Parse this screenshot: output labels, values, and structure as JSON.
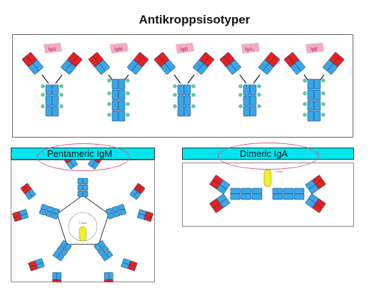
{
  "title": "Antikroppsisotyper",
  "isotypes": [
    {
      "label": "IgG",
      "variant": "monomer"
    },
    {
      "label": "IgM",
      "variant": "long"
    },
    {
      "label": "IgD",
      "variant": "monomer"
    },
    {
      "label": "IgA₁",
      "variant": "monomer"
    },
    {
      "label": "IgE",
      "variant": "long"
    }
  ],
  "pentameric_label": "Pentameric IgM",
  "dimeric_label": "Dimeric IgA",
  "j_chain_label": "J chain",
  "colors": {
    "heavy_blue": "#3aa6e8",
    "variable_red": "#e8201f",
    "glycan_green": "#55d39a",
    "j_chain_yellow": "#f2ef2a",
    "label_pink": "#f3aac8",
    "banner_cyan": "#00e5ee",
    "highlight_ellipse": "#e0508f"
  }
}
